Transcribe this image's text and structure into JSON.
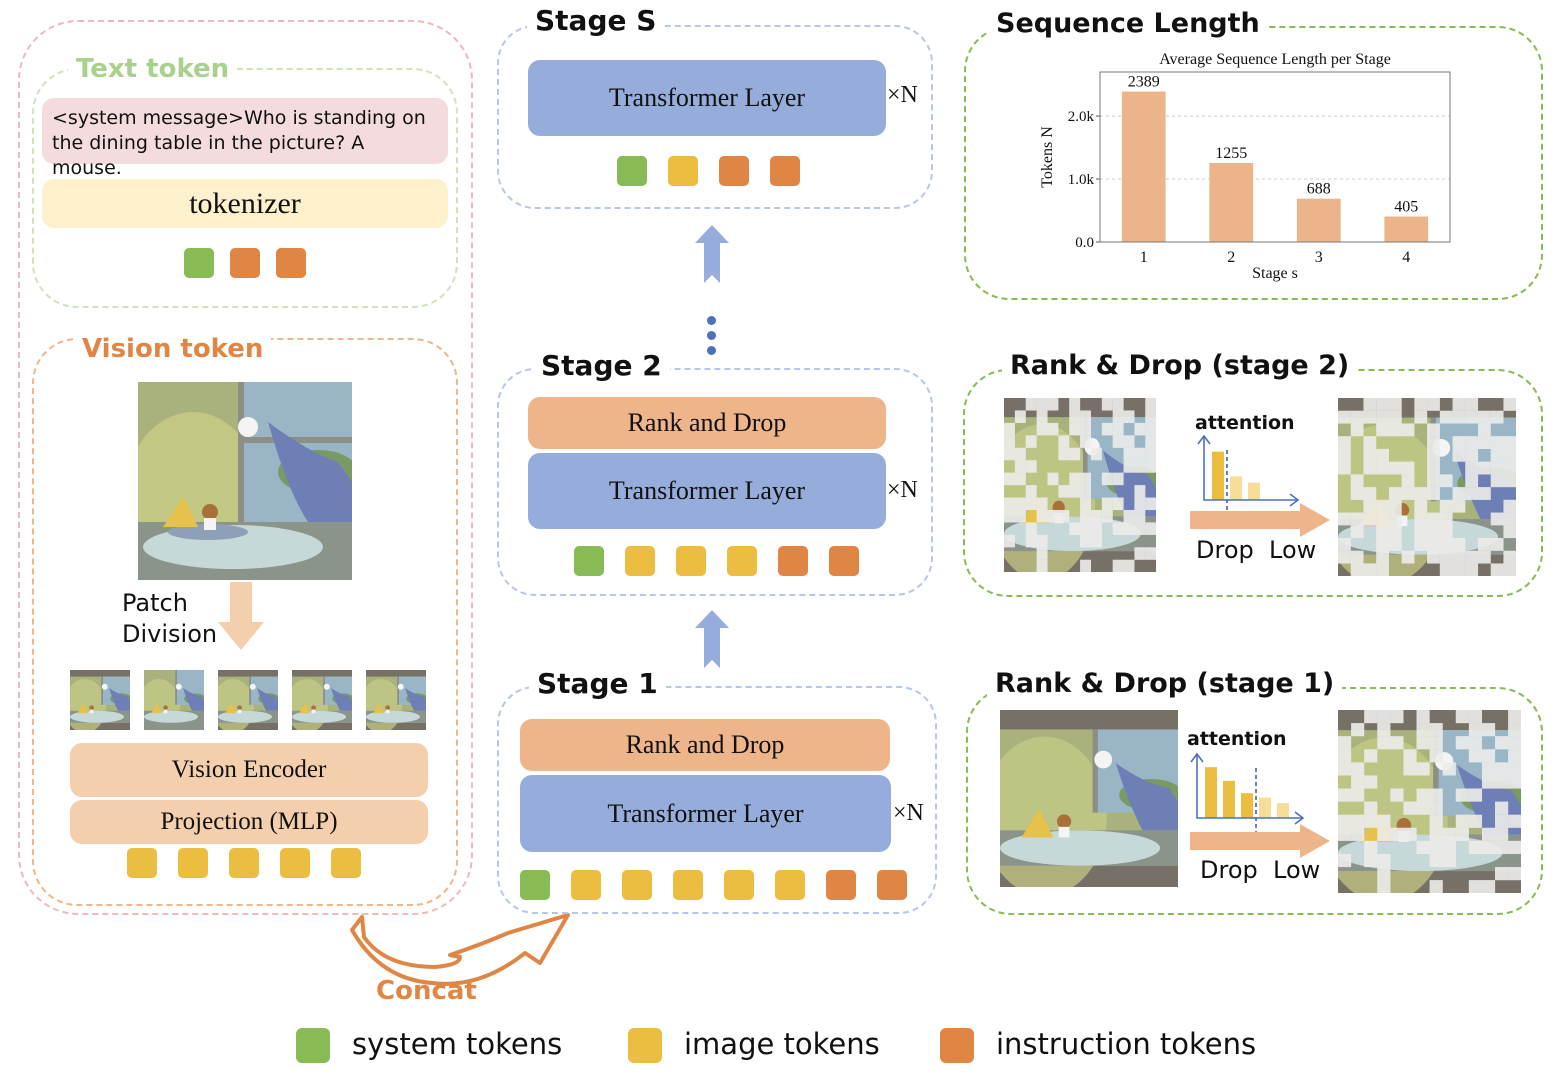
{
  "colors": {
    "system": "#88bb55",
    "image": "#ebbd40",
    "instruction": "#e08644",
    "transformer": "#96acdb",
    "rank_drop": "#eeb48a",
    "vision_block": "#f3cfae",
    "text_bubble": "#f4dbdd",
    "tokenizer_bg": "#fdf1cd",
    "stage_border": "#b8c7e6",
    "green_border": "#86bb55",
    "text_border": "#cfe3b7",
    "vision_border": "#eeb68a",
    "outer_border": "#eeb8bd",
    "arrow_blue": "#96acdb",
    "arrow_peach": "#f3cfae",
    "bar_color": "#ebb48a"
  },
  "left_panel": {
    "text_token": {
      "title": "Text token",
      "message": "<system message>Who is standing on the dining table in the picture? A mouse.",
      "tokenizer_label": "tokenizer",
      "tokens": [
        "system",
        "instruction",
        "instruction"
      ]
    },
    "vision_token": {
      "title": "Vision token",
      "image_icon": "tom-and-jerry-image",
      "patch_label_line1": "Patch",
      "patch_label_line2": "Division",
      "patch_count": 5,
      "encoder_label": "Vision Encoder",
      "projection_label": "Projection (MLP)",
      "tokens": [
        "image",
        "image",
        "image",
        "image",
        "image"
      ]
    },
    "concat_label": "Concat"
  },
  "stages": {
    "stage_s": {
      "title": "Stage S",
      "transformer_label": "Transformer Layer",
      "repeat_label": "×N",
      "tokens": [
        "system",
        "image",
        "instruction",
        "instruction"
      ]
    },
    "ellipsis": "⋮",
    "stage_2": {
      "title": "Stage 2",
      "rank_drop_label": "Rank and Drop",
      "transformer_label": "Transformer Layer",
      "repeat_label": "×N",
      "tokens": [
        "system",
        "image",
        "image",
        "image",
        "instruction",
        "instruction"
      ]
    },
    "stage_1": {
      "title": "Stage 1",
      "rank_drop_label": "Rank and Drop",
      "transformer_label": "Transformer Layer",
      "repeat_label": "×N",
      "tokens": [
        "system",
        "image",
        "image",
        "image",
        "image",
        "image",
        "instruction",
        "instruction"
      ]
    }
  },
  "right_panel": {
    "sequence_length": {
      "title": "Sequence Length"
    },
    "rank_drop_stage2": {
      "title": "Rank & Drop (stage 2)",
      "attention_label": "attention",
      "action_label": "Drop  Low",
      "attention_bars": [
        0.78,
        0.38,
        0.28
      ],
      "kept_count": 1
    },
    "rank_drop_stage1": {
      "title": "Rank & Drop (stage 1)",
      "attention_label": "attention",
      "action_label": "Drop  Low",
      "attention_bars": [
        0.82,
        0.6,
        0.4,
        0.33,
        0.24
      ],
      "kept_count": 3
    }
  },
  "legend": [
    {
      "key": "system",
      "label": "system tokens"
    },
    {
      "key": "image",
      "label": "image tokens"
    },
    {
      "key": "instruction",
      "label": "instruction tokens"
    }
  ],
  "chart_data": {
    "type": "bar",
    "title": "Average Sequence Length per Stage",
    "xlabel": "Stage s",
    "ylabel": "Tokens N",
    "categories": [
      "1",
      "2",
      "3",
      "4"
    ],
    "values": [
      2389,
      1255,
      688,
      405
    ],
    "data_labels": [
      "2389",
      "1255",
      "688",
      "405"
    ],
    "yticks": [
      0,
      1000,
      2000
    ],
    "ytick_labels": [
      "0.0",
      "1.0k",
      "2.0k"
    ],
    "ylim": [
      0,
      2700
    ],
    "grid": "horizontal-dashed",
    "legend": "none"
  }
}
